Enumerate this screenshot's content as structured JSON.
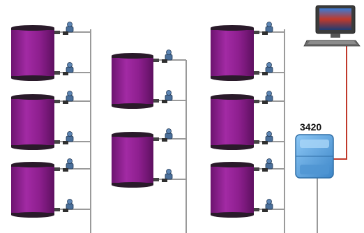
{
  "controller": {
    "label": "3420"
  },
  "colors": {
    "tank_fill": "#8e1f8f",
    "tank_cap": "#2a1a2a",
    "pipe": "#9a9a9a",
    "signal_wire": "#c0392b",
    "transmitter": "#4a6f9a",
    "controller_body": "#5aa8e6"
  },
  "tanks": [
    {
      "id": "tank-left-1"
    },
    {
      "id": "tank-left-2"
    },
    {
      "id": "tank-left-3"
    },
    {
      "id": "tank-mid-1"
    },
    {
      "id": "tank-mid-2"
    },
    {
      "id": "tank-right-1"
    },
    {
      "id": "tank-right-2"
    },
    {
      "id": "tank-right-3"
    }
  ],
  "icons": {
    "computer": "desktop-computer-icon",
    "transmitter": "pressure-transmitter-icon",
    "controller": "controller-unit-icon"
  }
}
